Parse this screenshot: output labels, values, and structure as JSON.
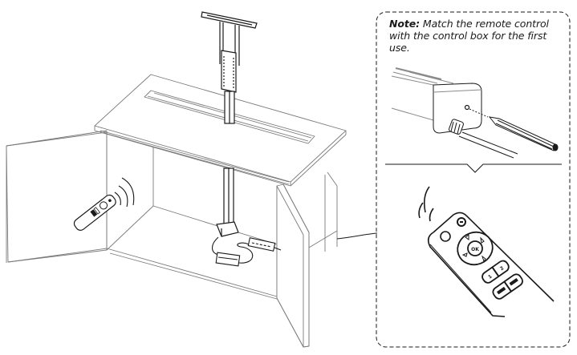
{
  "note": {
    "label": "Note:",
    "text": "Match the remote control with the control box for the first use."
  },
  "remote_detail": {
    "ok_label": "OK",
    "button_1_label": "1",
    "button_2_label": "2"
  },
  "colors": {
    "line": "#1a1a1a",
    "light_line": "#8a8a8a",
    "background": "#ffffff"
  }
}
